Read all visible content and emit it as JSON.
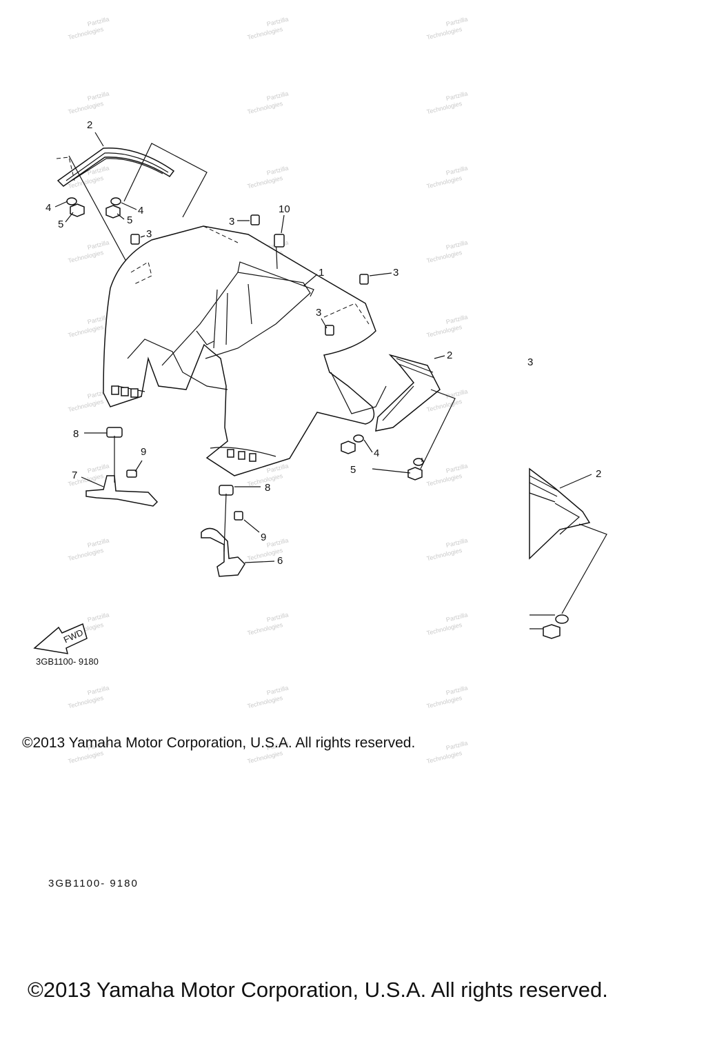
{
  "diagram": {
    "callouts": {
      "c1": "1",
      "c2a": "2",
      "c2b": "2",
      "c2c": "2",
      "c3a": "3",
      "c3b": "3",
      "c3c": "3",
      "c3d": "3",
      "c3e": "3",
      "c4a": "4",
      "c4b": "4",
      "c4c": "4",
      "c5a": "5",
      "c5b": "5",
      "c5c": "5",
      "c6": "6",
      "c7": "7",
      "c8a": "8",
      "c8b": "8",
      "c9a": "9",
      "c9b": "9",
      "c10": "10"
    },
    "fwd_label": "FWD",
    "figure_code": "3GB1100- 9180",
    "watermark": [
      "Partzilla",
      "Technologies"
    ]
  },
  "footer": {
    "copyright_small": "©2013 Yamaha Motor Corporation, U.S.A. All rights reserved.",
    "copyright_large": "©2013 Yamaha Motor Corporation, U.S.A. All rights reserved.",
    "figure_code_cut": "3GB1100- 9180"
  }
}
